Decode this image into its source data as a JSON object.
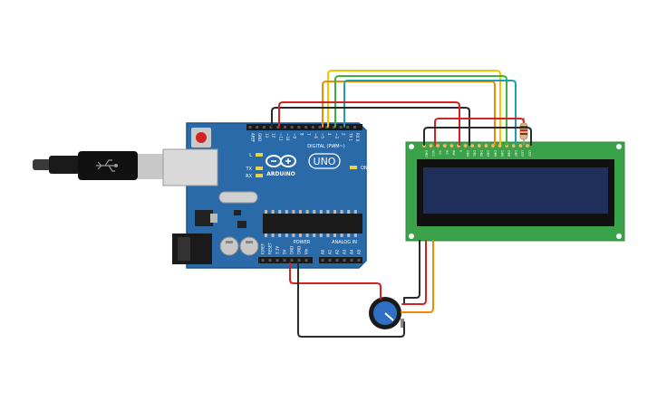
{
  "board": {
    "labels": {
      "aref": "AREF",
      "gnd": "GND",
      "digital": "DIGITAL (PWM~)",
      "brand": "ARDUINO",
      "model": "UNO",
      "on": "ON",
      "l": "L",
      "tx": "TX",
      "rx": "RX",
      "power": "POWER",
      "analog_in": "ANALOG IN"
    },
    "digital_pins": [
      "13",
      "12",
      "~11",
      "~10",
      "~9",
      "8",
      "7",
      "~6",
      "~5",
      "4",
      "~3",
      "2",
      "TX 1",
      "RX 0"
    ],
    "power_pins": [
      "IOREF",
      "RESET",
      "3.3V",
      "5V",
      "GND",
      "GND",
      "Vin"
    ],
    "analog_pins": [
      "A0",
      "A1",
      "A2",
      "A3",
      "A4",
      "A5"
    ]
  },
  "lcd": {
    "pins": [
      "GND",
      "VCC",
      "V0",
      "RS",
      "RW",
      "E",
      "DB0",
      "DB1",
      "DB2",
      "DB3",
      "DB4",
      "DB5",
      "DB6",
      "DB7",
      "LED",
      "LED"
    ]
  },
  "colors": {
    "board": "#2a6aa8",
    "board_dark": "#1e5589",
    "lcd_pcb": "#3aa34a",
    "lcd_screen": "#1f2f5c",
    "wire_red": "#d32222",
    "wire_black": "#2b2b2b",
    "wire_yellow": "#f2c700",
    "wire_orange": "#f08a00",
    "wire_green": "#3db23d",
    "wire_teal": "#1a9fb5",
    "pot": "#2f6fc4"
  },
  "icons": {
    "usb_cable": "usb-plug-icon",
    "potentiometer": "potentiometer-knob-icon",
    "resistor": "resistor-icon"
  }
}
